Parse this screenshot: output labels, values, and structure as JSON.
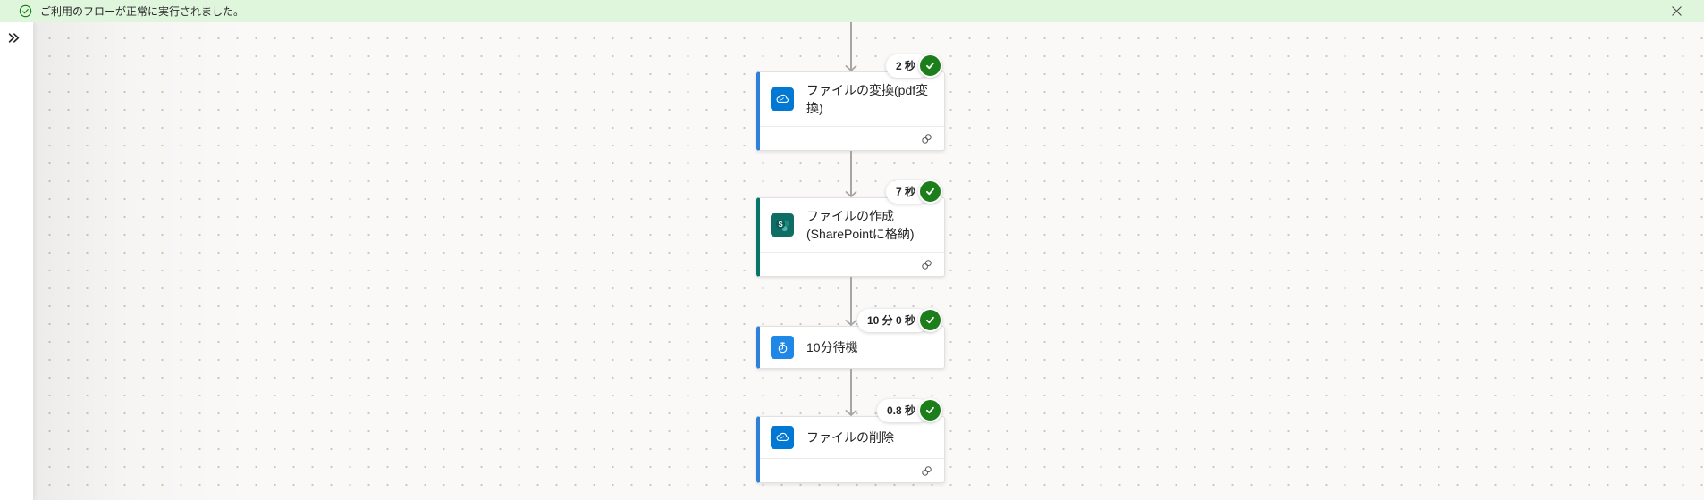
{
  "banner": {
    "message": "ご利用のフローが正常に実行されました。",
    "background": "#DFF6DD",
    "icon_color": "#107C10"
  },
  "sidebar": {
    "expand_icon": "double-chevron-right"
  },
  "canvas": {
    "background": "#FAF9F8",
    "dot_color": "#C9C7C5",
    "arrow_color": "#A8A6A4"
  },
  "flow": {
    "status_color": "#1B7E1B",
    "steps": [
      {
        "title": "ファイルの変換(pdf変換)",
        "duration": "2 秒",
        "status": "succeeded",
        "connector": "onedrive",
        "accent_color": "#2F80D8",
        "icon_bg": "#0078D4",
        "has_footer": true
      },
      {
        "title": "ファイルの作成 (SharePointに格納)",
        "duration": "7 秒",
        "status": "succeeded",
        "connector": "sharepoint",
        "accent_color": "#077568",
        "icon_bg": "#0E6E66",
        "has_footer": true
      },
      {
        "title": "10分待機",
        "duration": "10 分 0 秒",
        "status": "succeeded",
        "connector": "delay",
        "accent_color": "#2F80D8",
        "icon_bg": "#1F87E5",
        "has_footer": false
      },
      {
        "title": "ファイルの削除",
        "duration": "0.8 秒",
        "status": "succeeded",
        "connector": "onedrive",
        "accent_color": "#2F80D8",
        "icon_bg": "#0078D4",
        "has_footer": true
      }
    ]
  }
}
